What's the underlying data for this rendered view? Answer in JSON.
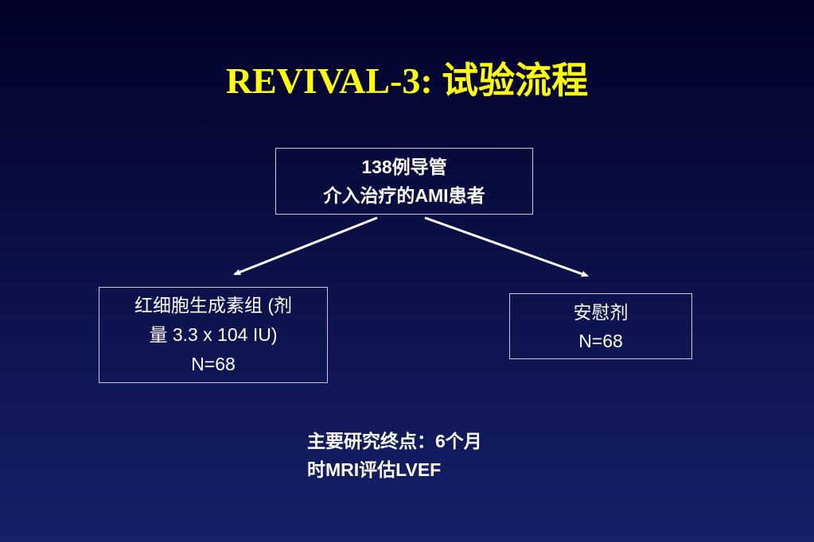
{
  "slide": {
    "title": "REVIVAL-3: 试验流程",
    "background_top": "#02022a",
    "background_bottom": "#16216a",
    "title_color": "#ffff00",
    "text_color": "#ffffff"
  },
  "flowchart": {
    "top_box": {
      "line1": "138例导管",
      "line2": "介入治疗的AMI患者"
    },
    "left_box": {
      "line1": "红细胞生成素组 (剂",
      "line2": "量 3.3 x 104 IU)",
      "line3": "N=68"
    },
    "right_box": {
      "line1": "安慰剂",
      "line2": "N=68"
    },
    "endpoint": {
      "line1": "主要研究终点：6个月",
      "line2": "时MRI评估LVEF"
    }
  }
}
